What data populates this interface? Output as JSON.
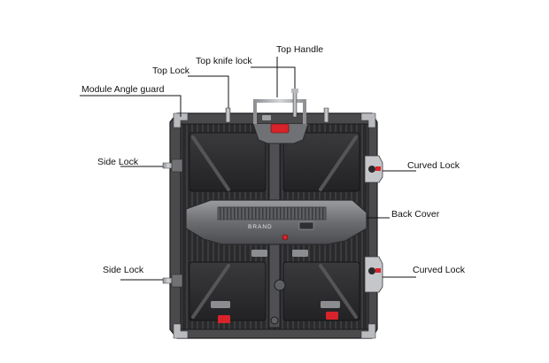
{
  "diagram": {
    "labels": {
      "top_handle": "Top Handle",
      "top_knife_lock": "Top  knife lock",
      "top_lock": "Top  Lock",
      "module_angle_guard": "Module Angle guard",
      "side_lock_upper": "Side Lock",
      "side_lock_lower": "Side Lock",
      "curved_lock_upper": "Curved Lock",
      "curved_lock_lower": "Curved Lock",
      "back_cover": "Back Cover"
    },
    "brand_text": "BRAND",
    "colors": {
      "cabinet_dark": "#2b2b2d",
      "cabinet_frame": "#4a4a4d",
      "metal": "#b9bbbe",
      "accent_red": "#d8232a",
      "leader_line": "#111111"
    },
    "icons": [
      "handle-icon",
      "lock-icon",
      "curved-lock-icon"
    ]
  }
}
